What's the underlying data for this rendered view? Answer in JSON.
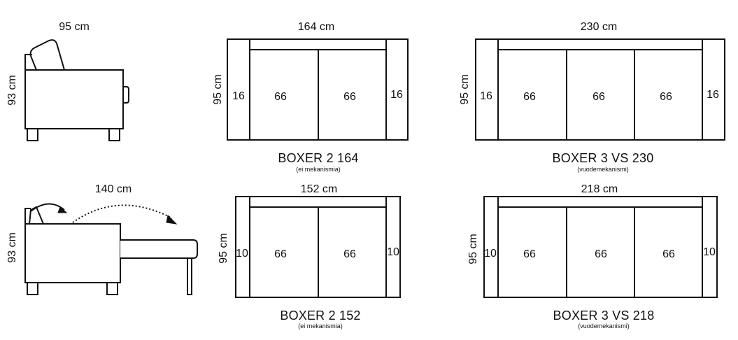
{
  "side_views": [
    {
      "width_label": "95 cm",
      "height_label": "93 cm"
    },
    {
      "width_label": "140 cm",
      "height_label": "93 cm"
    }
  ],
  "models": [
    {
      "name": "BOXER 2 164",
      "subtitle": "(ei mekanismia)",
      "width_label": "164 cm",
      "depth_label": "95 cm",
      "arm_left": "16",
      "arm_right": "16",
      "seats": [
        "66",
        "66"
      ]
    },
    {
      "name": "BOXER 3 VS 230",
      "subtitle": "(vuodemekanismi)",
      "width_label": "230 cm",
      "depth_label": "95 cm",
      "arm_left": "16",
      "arm_right": "16",
      "seats": [
        "66",
        "66",
        "66"
      ]
    },
    {
      "name": "BOXER 2 152",
      "subtitle": "(ei mekanismia)",
      "width_label": "152 cm",
      "depth_label": "95 cm",
      "arm_left": "10",
      "arm_right": "10",
      "seats": [
        "66",
        "66"
      ]
    },
    {
      "name": "BOXER 3 VS 218",
      "subtitle": "(vuodemekanismi)",
      "width_label": "218 cm",
      "depth_label": "95 cm",
      "arm_left": "10",
      "arm_right": "10",
      "seats": [
        "66",
        "66",
        "66"
      ]
    }
  ]
}
